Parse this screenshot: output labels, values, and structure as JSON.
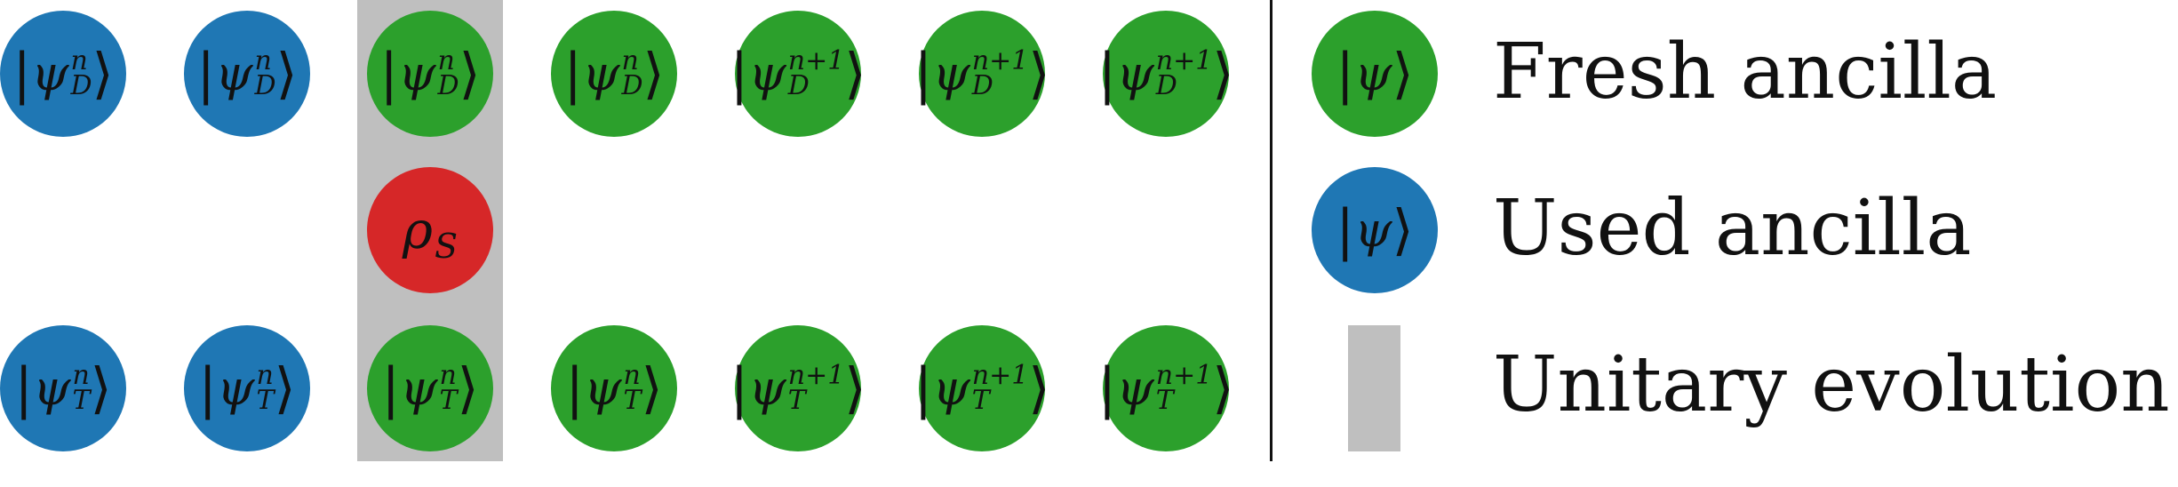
{
  "colors": {
    "fresh": "#2ca02c",
    "used": "#1f77b4",
    "system": "#d62728",
    "unitary": "#bfbfbf"
  },
  "top_row": [
    {
      "status": "used",
      "symbol": "ψ",
      "sup": "n",
      "sub": "D"
    },
    {
      "status": "used",
      "symbol": "ψ",
      "sup": "n",
      "sub": "D"
    },
    {
      "status": "fresh",
      "symbol": "ψ",
      "sup": "n",
      "sub": "D"
    },
    {
      "status": "fresh",
      "symbol": "ψ",
      "sup": "n",
      "sub": "D"
    },
    {
      "status": "fresh",
      "symbol": "ψ",
      "sup": "n+1",
      "sub": "D"
    },
    {
      "status": "fresh",
      "symbol": "ψ",
      "sup": "n+1",
      "sub": "D"
    },
    {
      "status": "fresh",
      "symbol": "ψ",
      "sup": "n+1",
      "sub": "D"
    }
  ],
  "system": {
    "symbol": "ρ",
    "sub": "S"
  },
  "bottom_row": [
    {
      "status": "used",
      "symbol": "ψ",
      "sup": "n",
      "sub": "T"
    },
    {
      "status": "used",
      "symbol": "ψ",
      "sup": "n",
      "sub": "T"
    },
    {
      "status": "fresh",
      "symbol": "ψ",
      "sup": "n",
      "sub": "T"
    },
    {
      "status": "fresh",
      "symbol": "ψ",
      "sup": "n",
      "sub": "T"
    },
    {
      "status": "fresh",
      "symbol": "ψ",
      "sup": "n+1",
      "sub": "T"
    },
    {
      "status": "fresh",
      "symbol": "ψ",
      "sup": "n+1",
      "sub": "T"
    },
    {
      "status": "fresh",
      "symbol": "ψ",
      "sup": "n+1",
      "sub": "T"
    }
  ],
  "legend": {
    "fresh": {
      "symbol": "ψ",
      "label": "Fresh ancilla"
    },
    "used": {
      "symbol": "ψ",
      "label": "Used ancilla"
    },
    "unitary": {
      "label": "Unitary evolution"
    }
  }
}
